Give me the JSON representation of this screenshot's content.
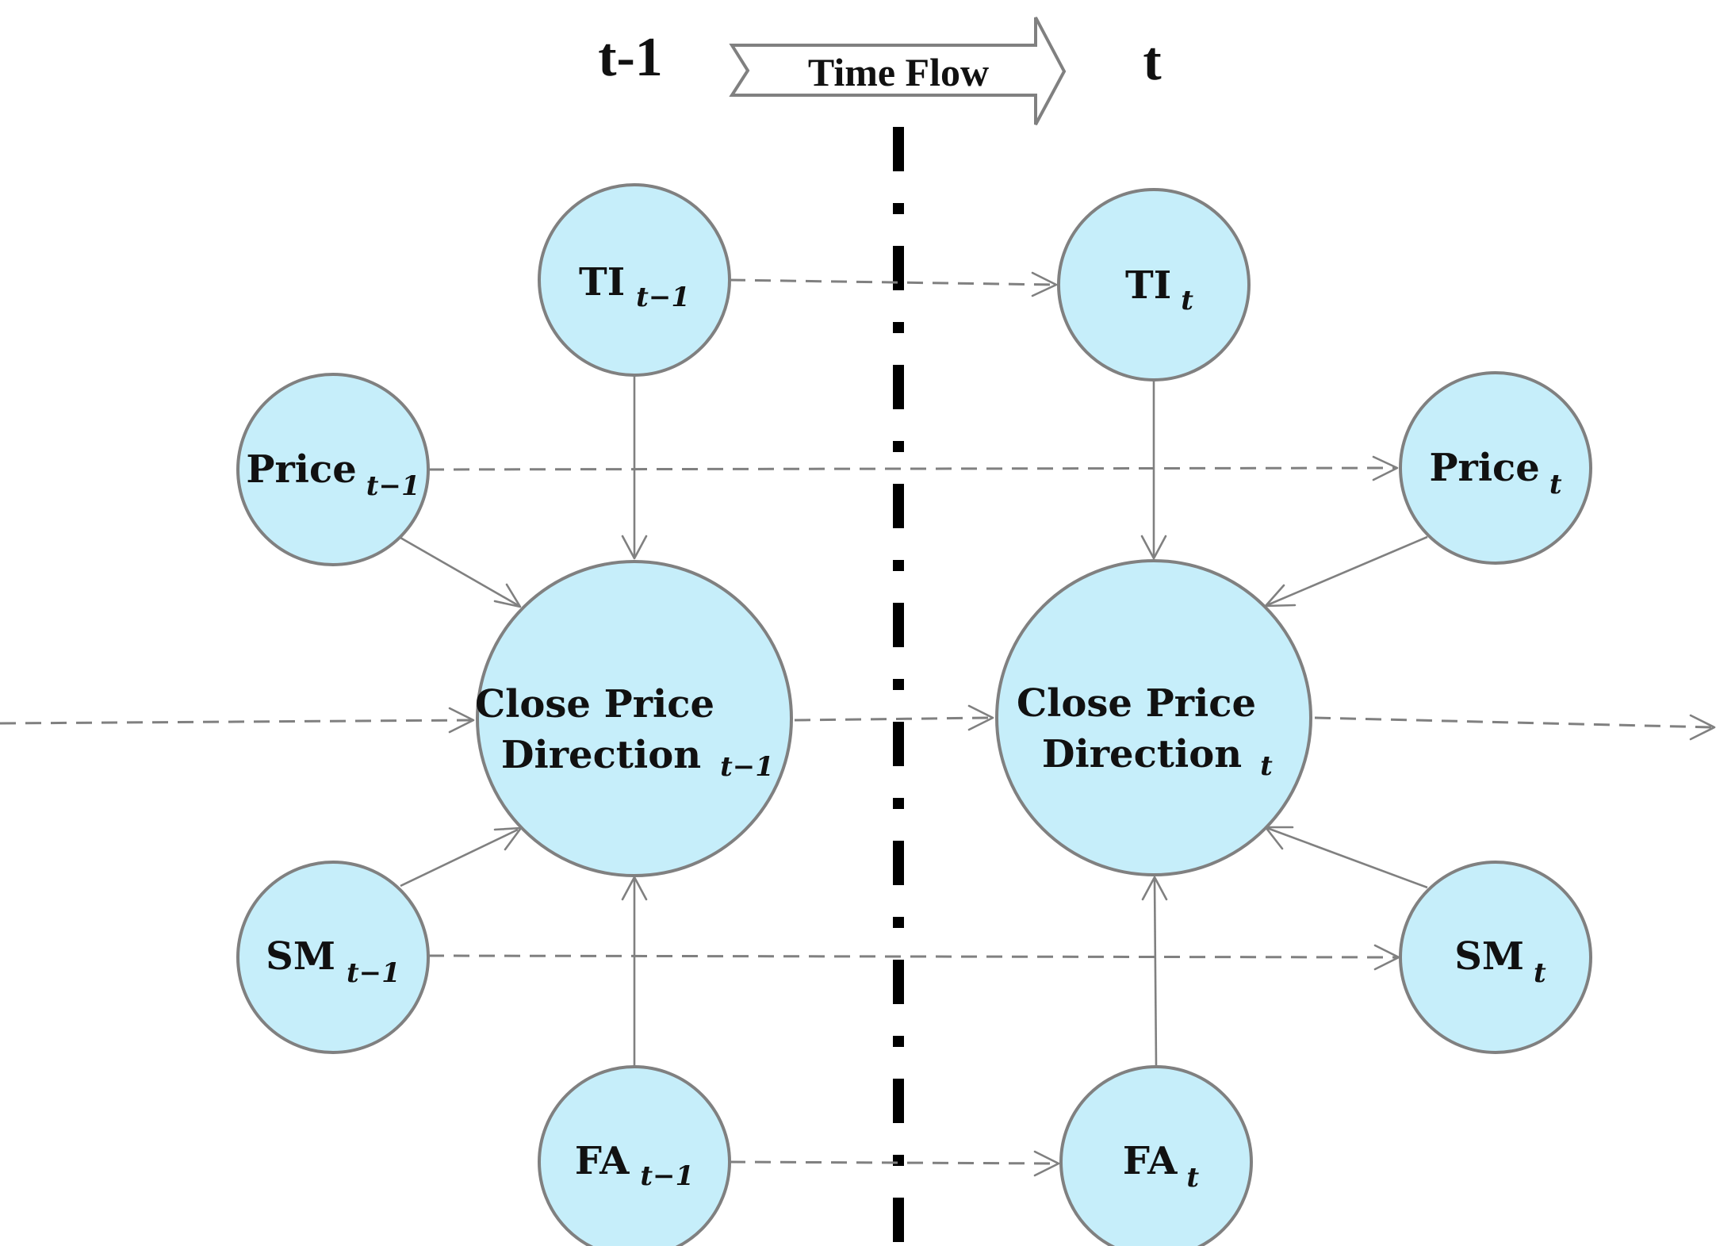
{
  "header": {
    "left_time": "t-1",
    "right_time": "t",
    "time_flow": "Time Flow"
  },
  "nodes": {
    "ti_prev": {
      "main": "TI",
      "sub": "t−1"
    },
    "ti_curr": {
      "main": "TI",
      "sub": "t"
    },
    "price_prev": {
      "main": "Price",
      "sub": "t−1"
    },
    "price_curr": {
      "main": "Price",
      "sub": "t"
    },
    "cpd_prev": {
      "line1": "Close Price",
      "line2": "Direction",
      "sub": "t−1"
    },
    "cpd_curr": {
      "line1": "Close Price",
      "line2": "Direction",
      "sub": "t"
    },
    "sm_prev": {
      "main": "SM",
      "sub": "t−1"
    },
    "sm_curr": {
      "main": "SM",
      "sub": "t"
    },
    "fa_prev": {
      "main": "FA",
      "sub": "t−1"
    },
    "fa_curr": {
      "main": "FA",
      "sub": "t"
    }
  },
  "colors": {
    "node_fill": "#c6eefa",
    "stroke": "#808080",
    "divider": "#000000"
  }
}
